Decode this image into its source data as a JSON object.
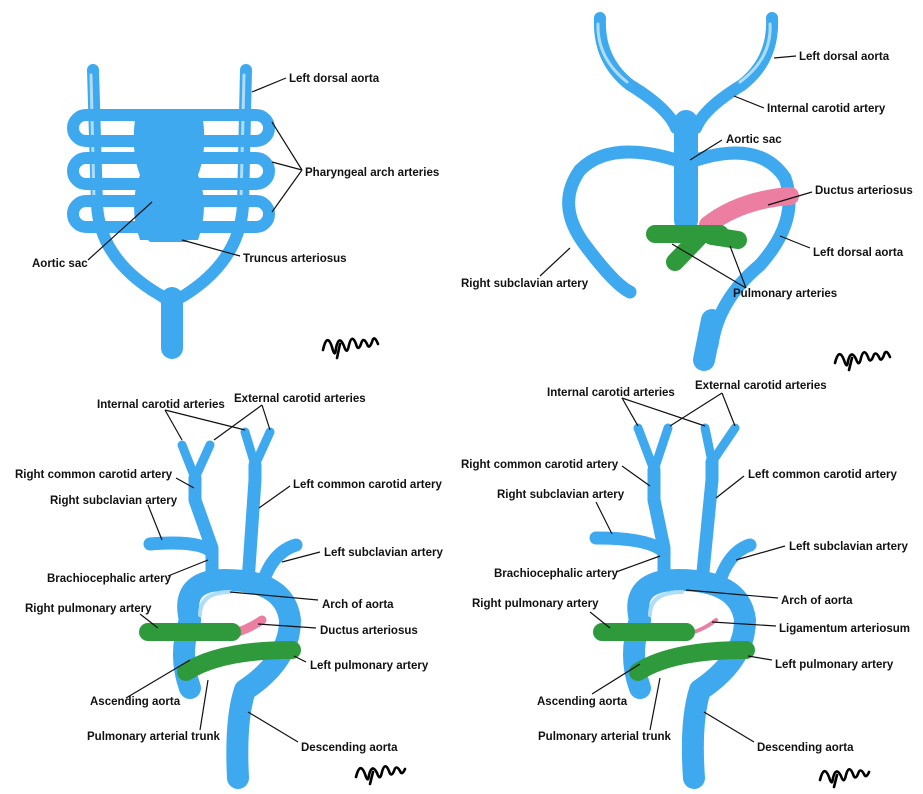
{
  "panel_top_left": {
    "labels": {
      "left_dorsal_aorta": "Left dorsal aorta",
      "pharyngeal_arch_arteries": "Pharyngeal arch arteries",
      "aortic_sac": "Aortic sac",
      "truncus_arteriosus": "Truncus arteriosus"
    }
  },
  "panel_top_right": {
    "labels": {
      "left_dorsal_aorta_top": "Left dorsal aorta",
      "internal_carotid_artery": "Internal carotid artery",
      "aortic_sac": "Aortic sac",
      "ductus_arteriosus": "Ductus arteriosus",
      "left_dorsal_aorta": "Left dorsal aorta",
      "right_subclavian_artery": "Right subclavian artery",
      "pulmonary_arteries": "Pulmonary arteries"
    }
  },
  "panel_bottom_left": {
    "labels": {
      "internal_carotid_arteries": "Internal carotid arteries",
      "external_carotid_arteries": "External carotid arteries",
      "right_common_carotid_artery": "Right common carotid artery",
      "left_common_carotid_artery": "Left common carotid artery",
      "right_subclavian_artery": "Right subclavian artery",
      "left_subclavian_artery": "Left subclavian artery",
      "brachiocephalic_artery": "Brachiocephalic artery",
      "arch_of_aorta": "Arch of aorta",
      "right_pulmonary_artery": "Right pulmonary artery",
      "ductus_arteriosus": "Ductus arteriosus",
      "left_pulmonary_artery": "Left pulmonary artery",
      "ascending_aorta": "Ascending aorta",
      "pulmonary_arterial_trunk": "Pulmonary arterial trunk",
      "descending_aorta": "Descending aorta"
    }
  },
  "panel_bottom_right": {
    "labels": {
      "internal_carotid_arteries": "Internal carotid arteries",
      "external_carotid_arteries": "External carotid arteries",
      "right_common_carotid_artery": "Right common carotid artery",
      "left_common_carotid_artery": "Left common carotid artery",
      "right_subclavian_artery": "Right subclavian artery",
      "left_subclavian_artery": "Left subclavian artery",
      "brachiocephalic_artery": "Brachiocephalic artery",
      "arch_of_aorta": "Arch of aorta",
      "right_pulmonary_artery": "Right pulmonary artery",
      "ligamentum_arteriosum": "Ligamentum arteriosum",
      "left_pulmonary_artery": "Left pulmonary artery",
      "ascending_aorta": "Ascending aorta",
      "pulmonary_arterial_trunk": "Pulmonary arterial trunk",
      "descending_aorta": "Descending aorta"
    }
  },
  "colors": {
    "aorta_blue": "#3fa9f0",
    "highlight_blue": "#aeddfa",
    "pulmonary_green": "#2e9a3c",
    "ductus_pink": "#ec7fa1",
    "label_text": "#111111",
    "background": "#ffffff"
  },
  "icons": [
    "artist-signature"
  ]
}
